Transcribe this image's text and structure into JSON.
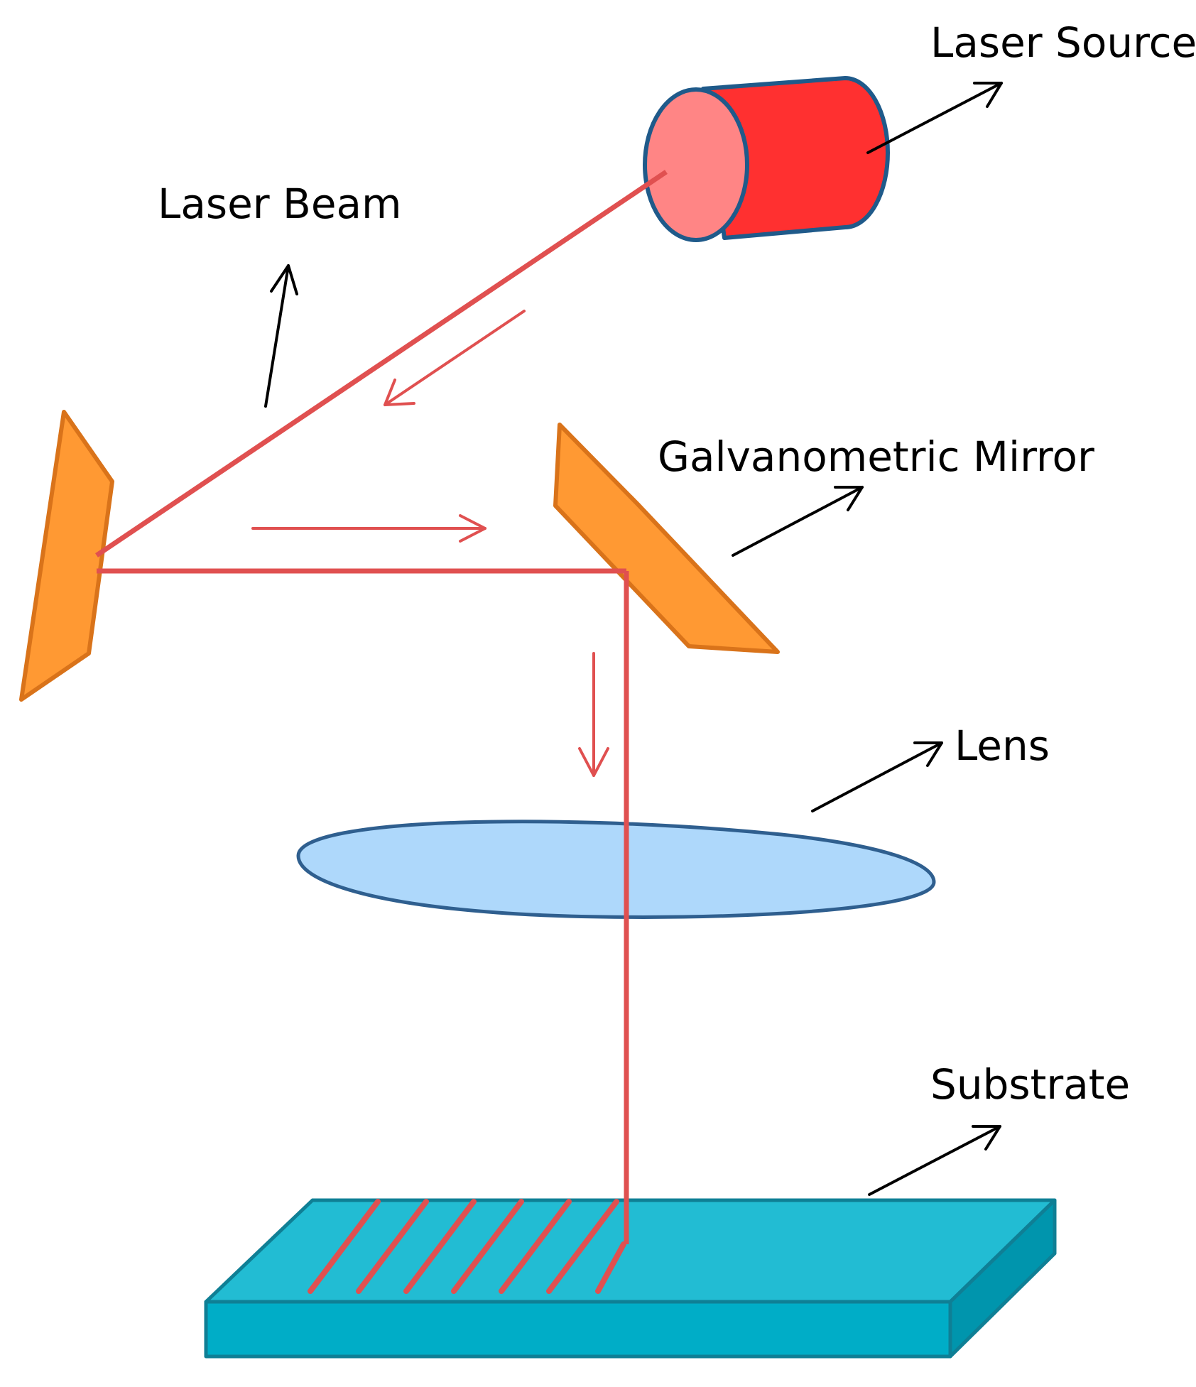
{
  "labels": {
    "laser_source": "Laser Source",
    "laser_beam": "Laser Beam",
    "galvanometric_mirror": "Galvanometric Mirror",
    "lens": "Lens",
    "substrate": "Substrate"
  },
  "colors": {
    "beam": "#e05050",
    "laser_body": "#ff3030",
    "laser_face": "#ff8585",
    "laser_outline": "#1f5a8a",
    "mirror_fill": "#ff9933",
    "mirror_stroke": "#d9731a",
    "lens_fill": "#aed8fb",
    "lens_stroke": "#2f5f8f",
    "substrate_top": "#22bcd3",
    "substrate_front": "#00adc7",
    "substrate_side": "#0095ad",
    "substrate_stroke": "#0f7f95",
    "pointer": "#000000"
  }
}
